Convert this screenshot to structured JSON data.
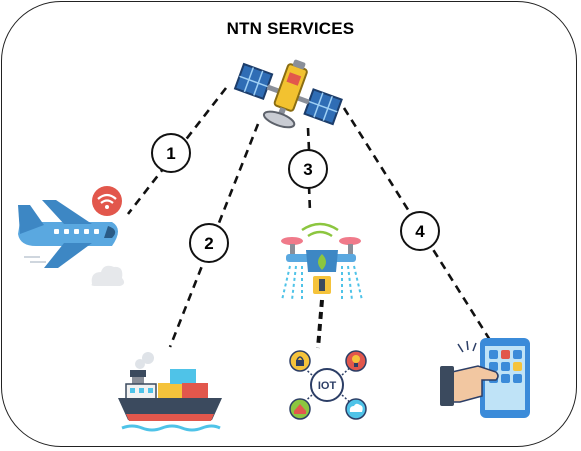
{
  "title": "NTN SERVICES",
  "links": [
    {
      "number": "1",
      "target": "airplane"
    },
    {
      "number": "2",
      "target": "cargo-ship"
    },
    {
      "number": "3",
      "target": "agri-drone"
    },
    {
      "number": "4",
      "target": "smartphone"
    }
  ],
  "iot_label": "IOT",
  "icons": [
    "satellite-icon",
    "airplane-icon",
    "wifi-icon",
    "cloud-icon",
    "cargo-ship-icon",
    "drone-icon",
    "iot-icon",
    "smartphone-icon"
  ],
  "colors": {
    "border": "#222222",
    "satellite_panel": "#2f6db5",
    "satellite_body": "#f2c230",
    "airplane": "#5aa8e0",
    "wifi_badge": "#e2574c",
    "ship_hull": "#3b4a5e",
    "ship_hull_bottom": "#e2574c",
    "container_blue": "#4fc3e8",
    "container_yellow": "#f5c33b",
    "container_red": "#e2574c",
    "drone_propeller": "#f07a8a",
    "drone_body": "#5aa8e0",
    "leaf": "#8cc63f",
    "phone_body": "#3b8bd9",
    "phone_screen": "#bfe3f7",
    "hand": "#f2c7a1"
  }
}
